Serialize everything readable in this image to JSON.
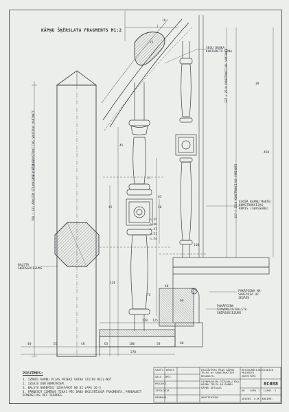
{
  "drawing": {
    "title": "KĀPŅU ŠĶĒRSLATA FRAGMENTS M1:2",
    "labels": {
      "post_top_dim": "768 / 133 APAĻIEM STAVOKLA VELOGĪĶLIS",
      "post_mid_dim": "268 / ZIJA KONSTRUKCIJAS VALDIKAS VARIANTS",
      "right_dim_top": "127 / ZIJA KONSTRUKCIJAS VARIANTS",
      "right_dim_mid": "157 / ZIJA KONSTRUKCIJAS VARIANTS",
      "handrail_note": "SEGU DRUKA KONTURĒTĀ ŠŪNA",
      "stair_note": "ESOŠĀ KĀPŅU MARŠU KONSTRUKCIJAS RĀMIS (SEKSŠANA)",
      "post_note": "BALSTA ŠĶĒRSGRIEZUMS",
      "tread_note": "PAKĀPIENA MA-SAREZOIA UZ IEGĀZU",
      "riser_note": "PAKĀPIENA STAVOKĻIS BALSTA ŠĶĒRSGRIEZUMS",
      "dims": [
        "10",
        "21",
        "7",
        "45",
        "21",
        "63",
        "20",
        "120",
        "45",
        "75",
        "60",
        "270",
        "125",
        "110",
        "30",
        "450",
        "n.35",
        "n.46",
        "n.47",
        "n.51",
        "n.54",
        "40",
        "60"
      ],
      "bottom_dims": [
        "40",
        "65",
        "40",
        "65",
        "100",
        "50",
        "270"
      ]
    },
    "notes_heading": "PIEZĪMES:",
    "notes": [
      "1. IZMĒRI KĀPŅU VIJAS PRIEKŠ VAIRĀ STEIPU REIZ-NOT",
      "2. IZGĀJU DUN NOMĀTRIEM.",
      "3. BALSTU NODERĪGI IZGATAVOT NO UZ LAPA 26-3",
      "4. PĀRNESOT IZMĒRUS TIKAI PĒC DABĀ EKSISTĒJOŠĀ FRAGMENTA, PĀRBAUDĪT DIMENSIJAS PĒC IERĀDES."
    ],
    "title_block": {
      "left_rows": [
        "VADĪT. ARHIT.",
        "GALV. SPEC.",
        "PROJEKT.",
        "IZPILDĪJA",
        "PĀRBAUD."
      ],
      "org": "RESTAURĀCIJAS PROJEKTU INSTITŪTS",
      "object": "PASTĀVĪGAS ĒKAS KĀPŅU TELPA ar KONSTRUKTĪVU REKONSTR.",
      "content": "VIENPAGALMA DZĪVOKĻU ĒKA KĀPŅU TELPA AR DARBU KĀPŅU DETAĻAS",
      "sheet_label": "ARHITEKTŪRA",
      "stage_label": "STADIJA",
      "sheet_no_label": "LAPA",
      "sheets_label": "LAPAS",
      "stamp": "8C088",
      "stage": "AR",
      "sheet_no": "1",
      "sheets": "2",
      "footer": "ORIENT. K.M. KOKIRK."
    },
    "colors": {
      "paper": "#eceee9",
      "ink": "#30343b",
      "hatch": "#555a62"
    }
  }
}
